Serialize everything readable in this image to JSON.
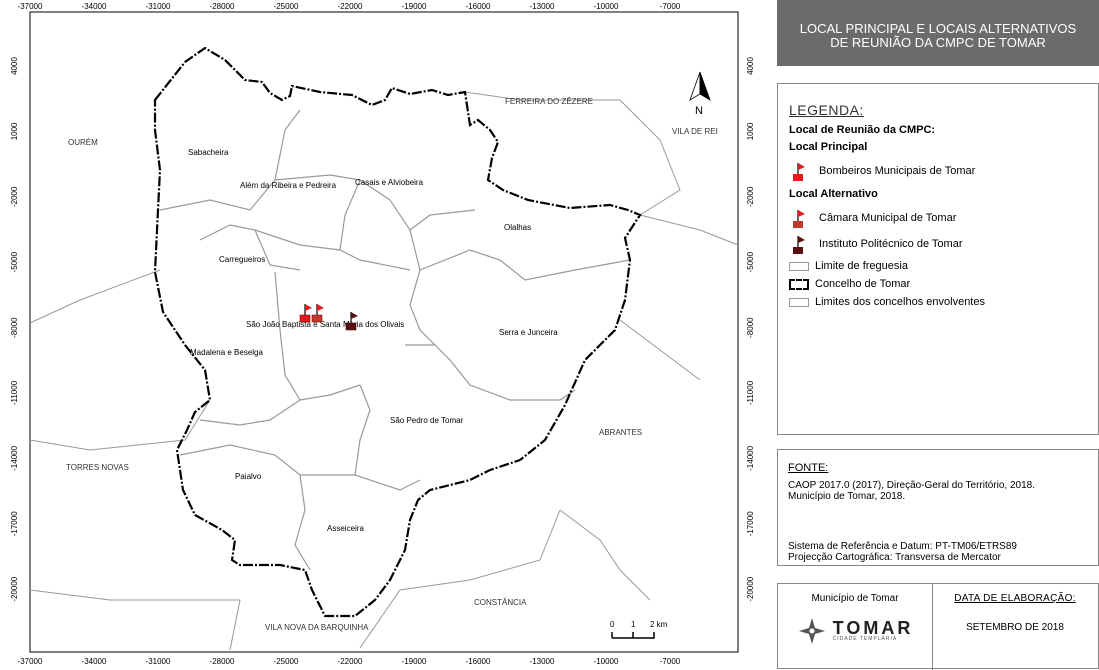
{
  "map": {
    "x_ticks": [
      "-37000",
      "-34000",
      "-31000",
      "-28000",
      "-25000",
      "-22000",
      "-19000",
      "-16000",
      "-13000",
      "-10000",
      "-7000"
    ],
    "y_ticks": [
      "4000",
      "1000",
      "-2000",
      "-5000",
      "-8000",
      "-11000",
      "-14000",
      "-17000",
      "-20000"
    ],
    "parishes": [
      "Sabacheira",
      "Além da Ribeira e Pedreira",
      "Casais e Alviobeira",
      "Olalhas",
      "Carregueiros",
      "São João Baptista e Santa Maria dos Olivais",
      "Serra e Junceira",
      "Madalena e Beselga",
      "São Pedro de Tomar",
      "Paialvo",
      "Asseiceira"
    ],
    "neighbours": [
      "OURÉM",
      "FERREIRA DO ZÊZERE",
      "VILA DE REI",
      "ABRANTES",
      "TORRES NOVAS",
      "VILA NOVA DA BARQUINHA",
      "CONSTÂNCIA"
    ],
    "north_label": "N",
    "scale": {
      "zero": "0",
      "one": "1",
      "two": "2 km"
    }
  },
  "title": {
    "line1": "LOCAL PRINCIPAL E LOCAIS ALTERNATIVOS",
    "line2": "DE REUNIÃO DA CMPC DE TOMAR"
  },
  "legend": {
    "heading": "LEGENDA:",
    "group": "Local de Reunião da CMPC:",
    "principal_head": "Local Principal",
    "principal_item": "Bombeiros Municipais de Tomar",
    "alt_head": "Local Alternativo",
    "alt_item1": "Câmara Municipal de Tomar",
    "alt_item2": "Instituto Politécnico de Tomar",
    "limit_parish": "Limite de freguesia",
    "limit_council": "Concelho de Tomar",
    "limit_neigh": "Limites dos concelhos envolventes",
    "colors": {
      "principal": "#e31a1c",
      "alt1": "#c0392b",
      "alt2": "#5a1010"
    }
  },
  "source": {
    "heading": "FONTE:",
    "line1": "CAOP 2017.0 (2017), Direção-Geral do Território, 2018.",
    "line2": "Município de Tomar, 2018."
  },
  "reference": {
    "line1": "Sistema de Referência e Datum: PT-TM06/ETRS89",
    "line2": "Projecção Cartográfica: Transversa de Mercator"
  },
  "footer": {
    "municipality": "Município de Tomar",
    "logo_word": "TOMAR",
    "logo_sub": "CIDADE TEMPLÁRIA",
    "date_head": "DATA DE ELABORAÇÃO:",
    "date_value": "SETEMBRO DE 2018"
  }
}
